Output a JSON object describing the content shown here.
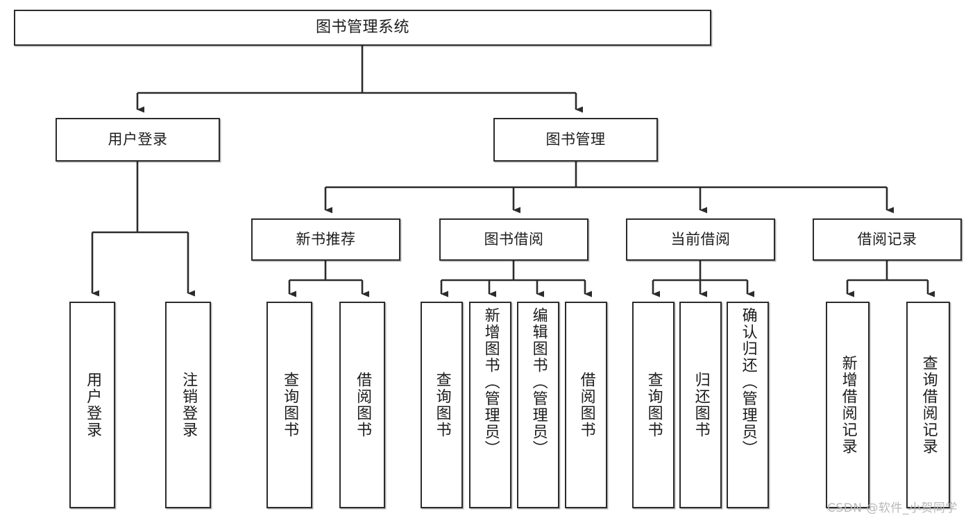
{
  "diagram": {
    "title": "图书管理系统",
    "type": "tree",
    "watermark": "CSDN @软件_小贺同学",
    "colors": {
      "box_border": "#2b2b2b",
      "box_fill": "#ffffff",
      "connector": "#2b2b2b",
      "text": "#1c1c1c",
      "watermark": "#b8b8b8"
    },
    "nodes": {
      "root": {
        "label": "图书管理系统"
      },
      "level2": [
        {
          "id": "user-login",
          "label": "用户登录"
        },
        {
          "id": "book-manage",
          "label": "图书管理"
        }
      ],
      "level3": [
        {
          "id": "new-book-recommend",
          "label": "新书推荐"
        },
        {
          "id": "book-borrow",
          "label": "图书借阅"
        },
        {
          "id": "current-borrow",
          "label": "当前借阅"
        },
        {
          "id": "borrow-record",
          "label": "借阅记录"
        }
      ],
      "leaves": {
        "user-login": [
          {
            "id": "leaf-user-login",
            "label": "用户登录"
          },
          {
            "id": "leaf-logout",
            "label": "注销登录"
          }
        ],
        "new-book-recommend": [
          {
            "id": "leaf-query-book-1",
            "label": "查询图书"
          },
          {
            "id": "leaf-borrow-book-1",
            "label": "借阅图书"
          }
        ],
        "book-borrow": [
          {
            "id": "leaf-query-book-2",
            "label": "查询图书"
          },
          {
            "id": "leaf-add-book",
            "label": "新增图书（管理员）"
          },
          {
            "id": "leaf-edit-book",
            "label": "编辑图书（管理员）"
          },
          {
            "id": "leaf-borrow-book-2",
            "label": "借阅图书"
          }
        ],
        "current-borrow": [
          {
            "id": "leaf-query-book-3",
            "label": "查询图书"
          },
          {
            "id": "leaf-return-book",
            "label": "归还图书"
          },
          {
            "id": "leaf-confirm-return",
            "label": "确认归还（管理员）"
          }
        ],
        "borrow-record": [
          {
            "id": "leaf-add-record",
            "label": "新增借阅记录"
          },
          {
            "id": "leaf-query-record",
            "label": "查询借阅记录"
          }
        ]
      }
    }
  }
}
